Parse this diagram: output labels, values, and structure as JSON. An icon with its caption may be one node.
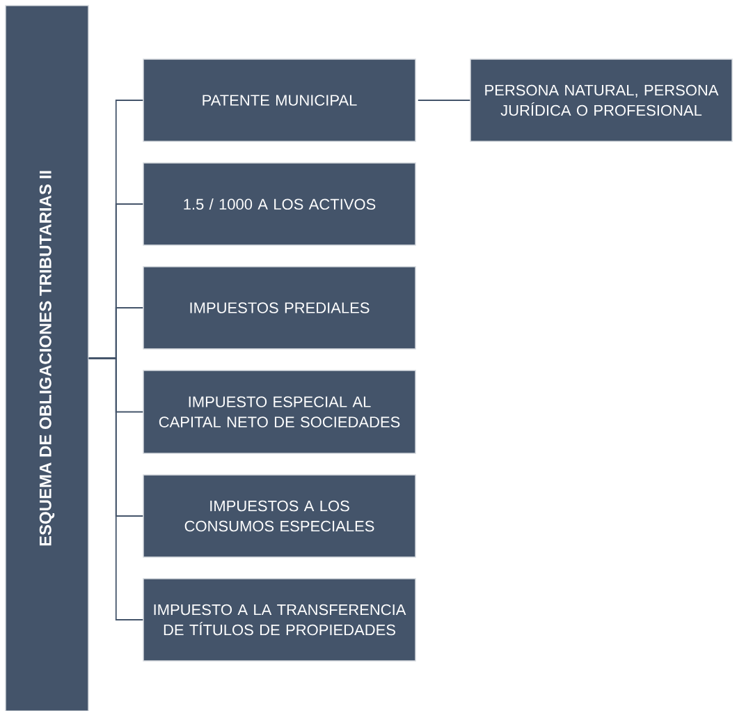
{
  "diagram": {
    "nodes": [
      {
        "text": [
          "ESQUEMA DE OBLIGACIONES TRIBUTARIAS II"
        ]
      },
      {
        "text": [
          "PATENTE MUNICIPAL"
        ]
      },
      {
        "text": [
          "1.5 / 1000 A LOS ACTIVOS"
        ]
      },
      {
        "text": [
          "IMPUESTOS PREDIALES"
        ]
      },
      {
        "text": [
          "IMPUESTO ESPECIAL AL CAPITAL NETO DE SOCIEDADES"
        ]
      },
      {
        "text": [
          "IMPUESTOS A LOS CONSUMOS ESPECIALES"
        ]
      },
      {
        "text": [
          "IMPUESTO A LA TRANSFERENCIA DE TÍTULOS DE PROPIEDADES"
        ]
      },
      {
        "text": [
          "PERSONA NATURAL, PERSONA JURÍDICA O PROFESIONAL"
        ]
      }
    ],
    "edges": [
      {
        "from": 0,
        "to": 1,
        "arrow": "none"
      },
      {
        "from": 0,
        "to": 2,
        "arrow": "none"
      },
      {
        "from": 0,
        "to": 3,
        "arrow": "none"
      },
      {
        "from": 0,
        "to": 4,
        "arrow": "none"
      },
      {
        "from": 0,
        "to": 5,
        "arrow": "none"
      },
      {
        "from": 0,
        "to": 6,
        "arrow": "none"
      },
      {
        "from": 1,
        "to": 7,
        "arrow": "none"
      }
    ]
  }
}
